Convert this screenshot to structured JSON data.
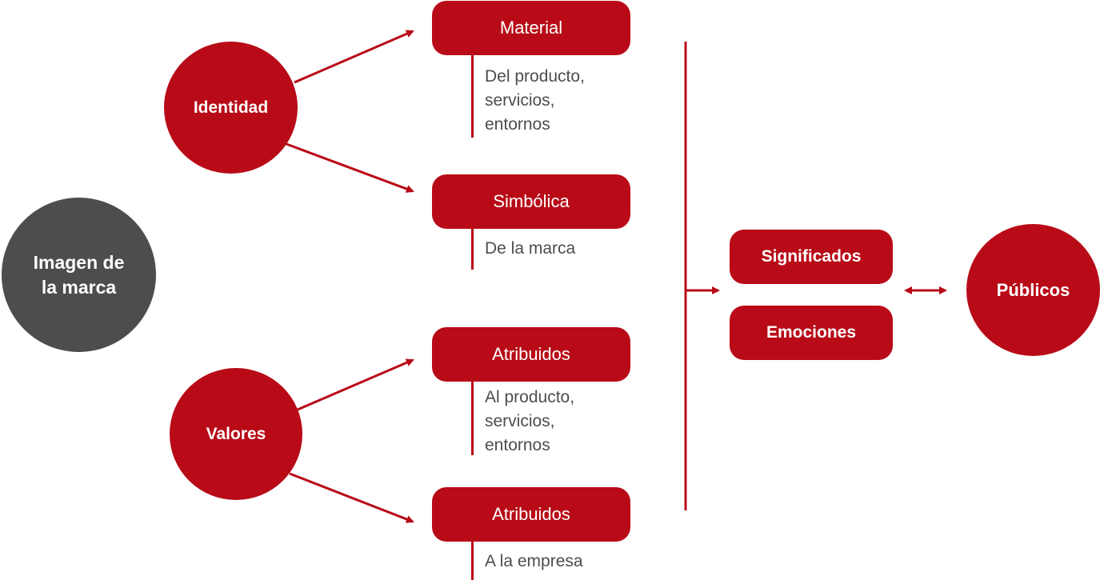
{
  "source": {
    "label": "Imagen de\nla marca",
    "color": "#4d4d4d"
  },
  "accent_color": "#b80b17",
  "branches": [
    {
      "label": "Identidad",
      "children": [
        {
          "label": "Material",
          "description": "Del producto,\nservicios,\nentornos"
        },
        {
          "label": "Simbólica",
          "description": "De la marca"
        }
      ]
    },
    {
      "label": "Valores",
      "children": [
        {
          "label": "Atribuidos",
          "description": "Al producto,\nservicios,\nentornos"
        },
        {
          "label": "Atribuidos",
          "description": "A la empresa"
        }
      ]
    }
  ],
  "results": [
    {
      "label": "Significados"
    },
    {
      "label": "Emociones"
    }
  ],
  "target": {
    "label": "Públicos"
  }
}
